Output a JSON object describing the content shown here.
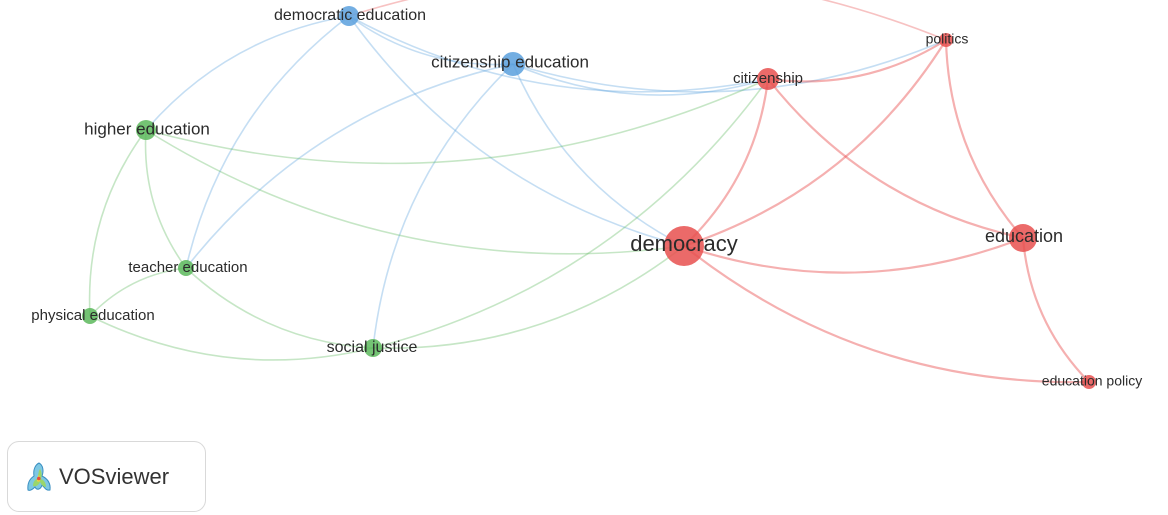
{
  "network": {
    "clusters": {
      "red": "#e8504f",
      "green": "#5cb85c",
      "blue": "#5aa0dd"
    },
    "nodes": [
      {
        "id": "democratic-education",
        "label": "democratic education",
        "cluster": "blue"
      },
      {
        "id": "citizenship-education",
        "label": "citizenship education",
        "cluster": "blue"
      },
      {
        "id": "higher-education",
        "label": "higher education",
        "cluster": "green"
      },
      {
        "id": "teacher-education",
        "label": "teacher education",
        "cluster": "green"
      },
      {
        "id": "physical-education",
        "label": "physical education",
        "cluster": "green"
      },
      {
        "id": "social-justice",
        "label": "social justice",
        "cluster": "green"
      },
      {
        "id": "democracy",
        "label": "democracy",
        "cluster": "red"
      },
      {
        "id": "citizenship",
        "label": "citizenship",
        "cluster": "red"
      },
      {
        "id": "politics",
        "label": "politics",
        "cluster": "red"
      },
      {
        "id": "education",
        "label": "education",
        "cluster": "red"
      },
      {
        "id": "education-policy",
        "label": "education policy",
        "cluster": "red"
      }
    ],
    "links": [
      [
        "democratic-education",
        "citizenship-education"
      ],
      [
        "democratic-education",
        "democracy"
      ],
      [
        "democratic-education",
        "higher-education"
      ],
      [
        "democratic-education",
        "teacher-education"
      ],
      [
        "democratic-education",
        "citizenship"
      ],
      [
        "citizenship-education",
        "democracy"
      ],
      [
        "citizenship-education",
        "citizenship"
      ],
      [
        "citizenship-education",
        "politics"
      ],
      [
        "citizenship-education",
        "social-justice"
      ],
      [
        "citizenship-education",
        "teacher-education"
      ],
      [
        "higher-education",
        "teacher-education"
      ],
      [
        "higher-education",
        "physical-education"
      ],
      [
        "higher-education",
        "democracy"
      ],
      [
        "teacher-education",
        "physical-education"
      ],
      [
        "teacher-education",
        "social-justice"
      ],
      [
        "physical-education",
        "social-justice"
      ],
      [
        "social-justice",
        "democracy"
      ],
      [
        "social-justice",
        "citizenship"
      ],
      [
        "democracy",
        "citizenship"
      ],
      [
        "democracy",
        "education"
      ],
      [
        "democracy",
        "politics"
      ],
      [
        "democracy",
        "education-policy"
      ],
      [
        "citizenship",
        "politics"
      ],
      [
        "citizenship",
        "education"
      ],
      [
        "politics",
        "education"
      ],
      [
        "education",
        "education-policy"
      ],
      [
        "higher-education",
        "citizenship"
      ],
      [
        "politics",
        "democratic-education"
      ]
    ]
  },
  "logo": {
    "text": "VOSviewer"
  }
}
